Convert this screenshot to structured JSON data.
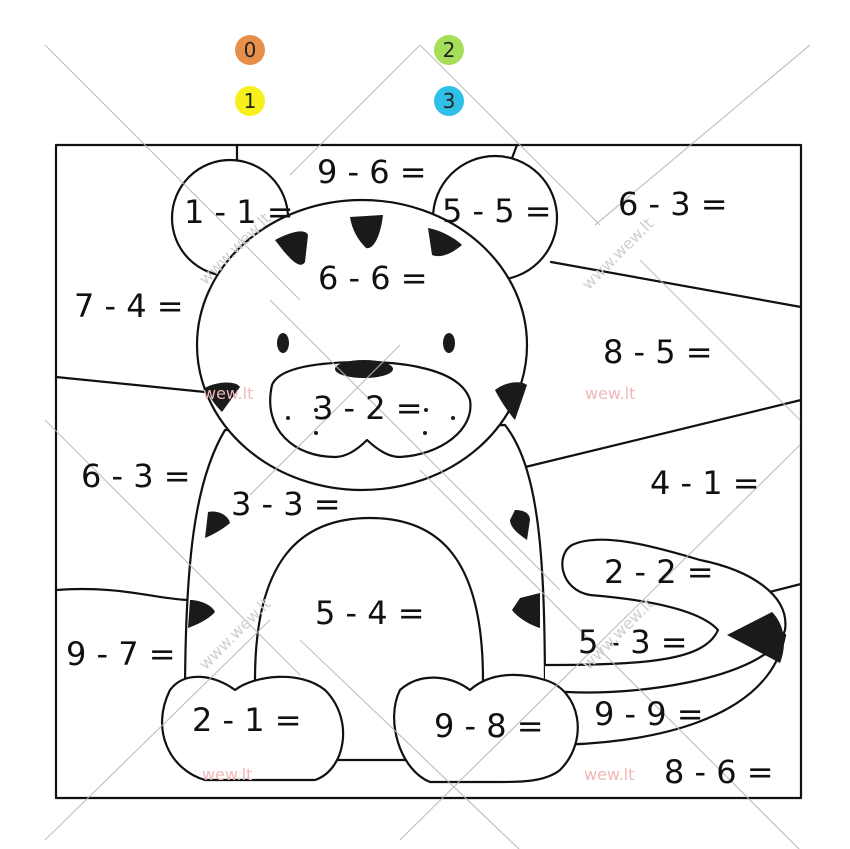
{
  "legend": [
    {
      "number": "0",
      "color": "#e8904a"
    },
    {
      "number": "1",
      "color": "#f7f01c"
    },
    {
      "number": "2",
      "color": "#a6de5a"
    },
    {
      "number": "3",
      "color": "#2ec0e6"
    }
  ],
  "equations": {
    "top_center": "9 - 6 =",
    "left_ear": "1 - 1 =",
    "right_ear": "5 - 5 =",
    "top_right": "6 - 3 =",
    "head": "6 - 6 =",
    "left_upper": "7 - 4 =",
    "right_upper": "8 - 5 =",
    "muzzle": "3 - 2 =",
    "left_middle": "6 - 3 =",
    "right_middle": "4 - 1 =",
    "body": "3 - 3 =",
    "tail_tip": "2 - 2 =",
    "belly": "5 - 4 =",
    "tail_middle": "5 - 3 =",
    "left_lower": "9 - 7 =",
    "left_paw": "2 - 1 =",
    "right_paw": "9 - 8 =",
    "tail_base": "9 - 9 =",
    "bottom_right": "8 - 6 ="
  },
  "watermarks": {
    "short": "wew.lt",
    "long": "www.wew.lt"
  }
}
